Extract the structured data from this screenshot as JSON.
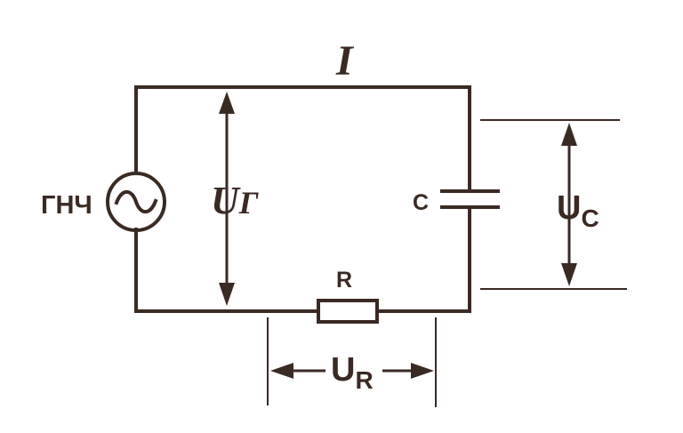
{
  "diagram": {
    "current_label": "I",
    "generator_label": "ГНЧ",
    "generator_voltage": {
      "symbol": "U",
      "subscript": "Г"
    },
    "capacitor_label": "C",
    "capacitor_voltage": {
      "symbol": "U",
      "subscript": "C"
    },
    "resistor_label": "R",
    "resistor_voltage": {
      "symbol": "U",
      "subscript": "R"
    },
    "colors": {
      "ink": "#3a2a24",
      "background": "#ffffff"
    }
  }
}
